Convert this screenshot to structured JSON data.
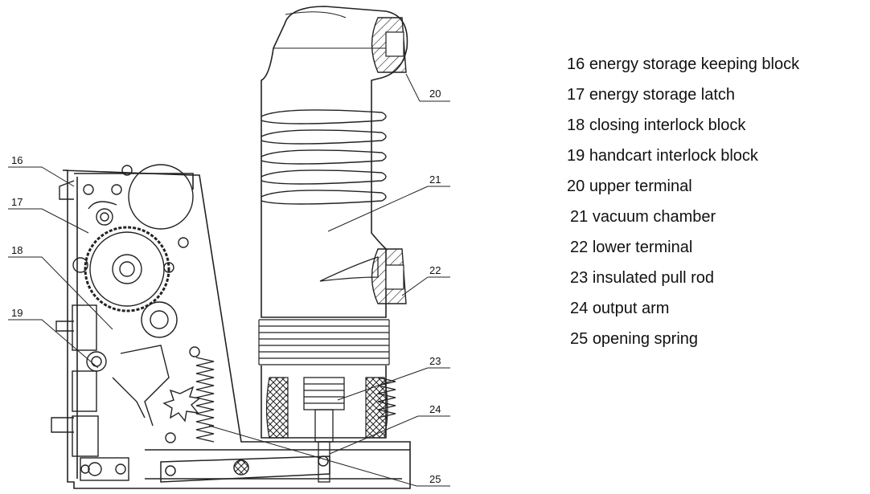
{
  "callouts": {
    "c16": "16",
    "c17": "17",
    "c18": "18",
    "c19": "19",
    "c20": "20",
    "c21": "21",
    "c22": "22",
    "c23": "23",
    "c24": "24",
    "c25": "25"
  },
  "legend": [
    {
      "num": "16",
      "text": "energy storage keeping block"
    },
    {
      "num": "17",
      "text": "energy storage latch"
    },
    {
      "num": "18",
      "text": "closing interlock block"
    },
    {
      "num": "19",
      "text": "handcart interlock block"
    },
    {
      "num": "20",
      "text": "upper terminal"
    },
    {
      "num": "21",
      "text": "vacuum chamber"
    },
    {
      "num": "22",
      "text": "lower terminal"
    },
    {
      "num": "23",
      "text": "insulated pull rod"
    },
    {
      "num": "24",
      "text": "output arm"
    },
    {
      "num": "25",
      "text": "opening spring"
    }
  ]
}
